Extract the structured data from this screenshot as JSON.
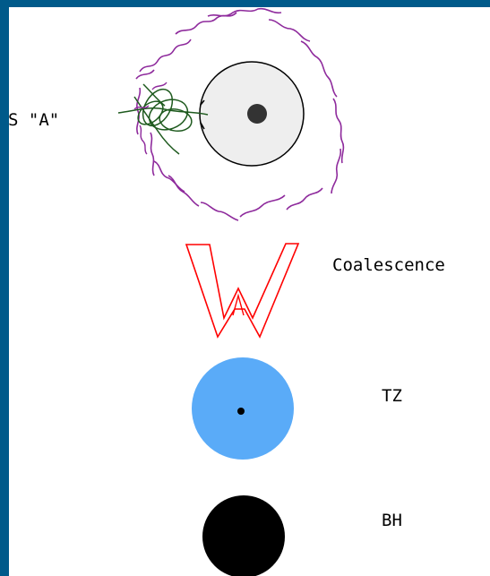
{
  "labels": {
    "system": "S \"A\"",
    "process": "Coalescence",
    "tz": "TZ",
    "bh": "BH"
  },
  "colors": {
    "frame": "#005a8a",
    "envelope": "#8e2a9c",
    "orbits": "#1e5a1e",
    "star_fill": "#eeeeee",
    "core": "#333333",
    "arrow": "#ff0000",
    "tz_fill": "#5aabf8",
    "bh_fill": "#000000"
  },
  "icons": {
    "arrow": "coalescence-arrow-icon",
    "tz": "tz-object-icon",
    "bh": "black-hole-icon"
  }
}
